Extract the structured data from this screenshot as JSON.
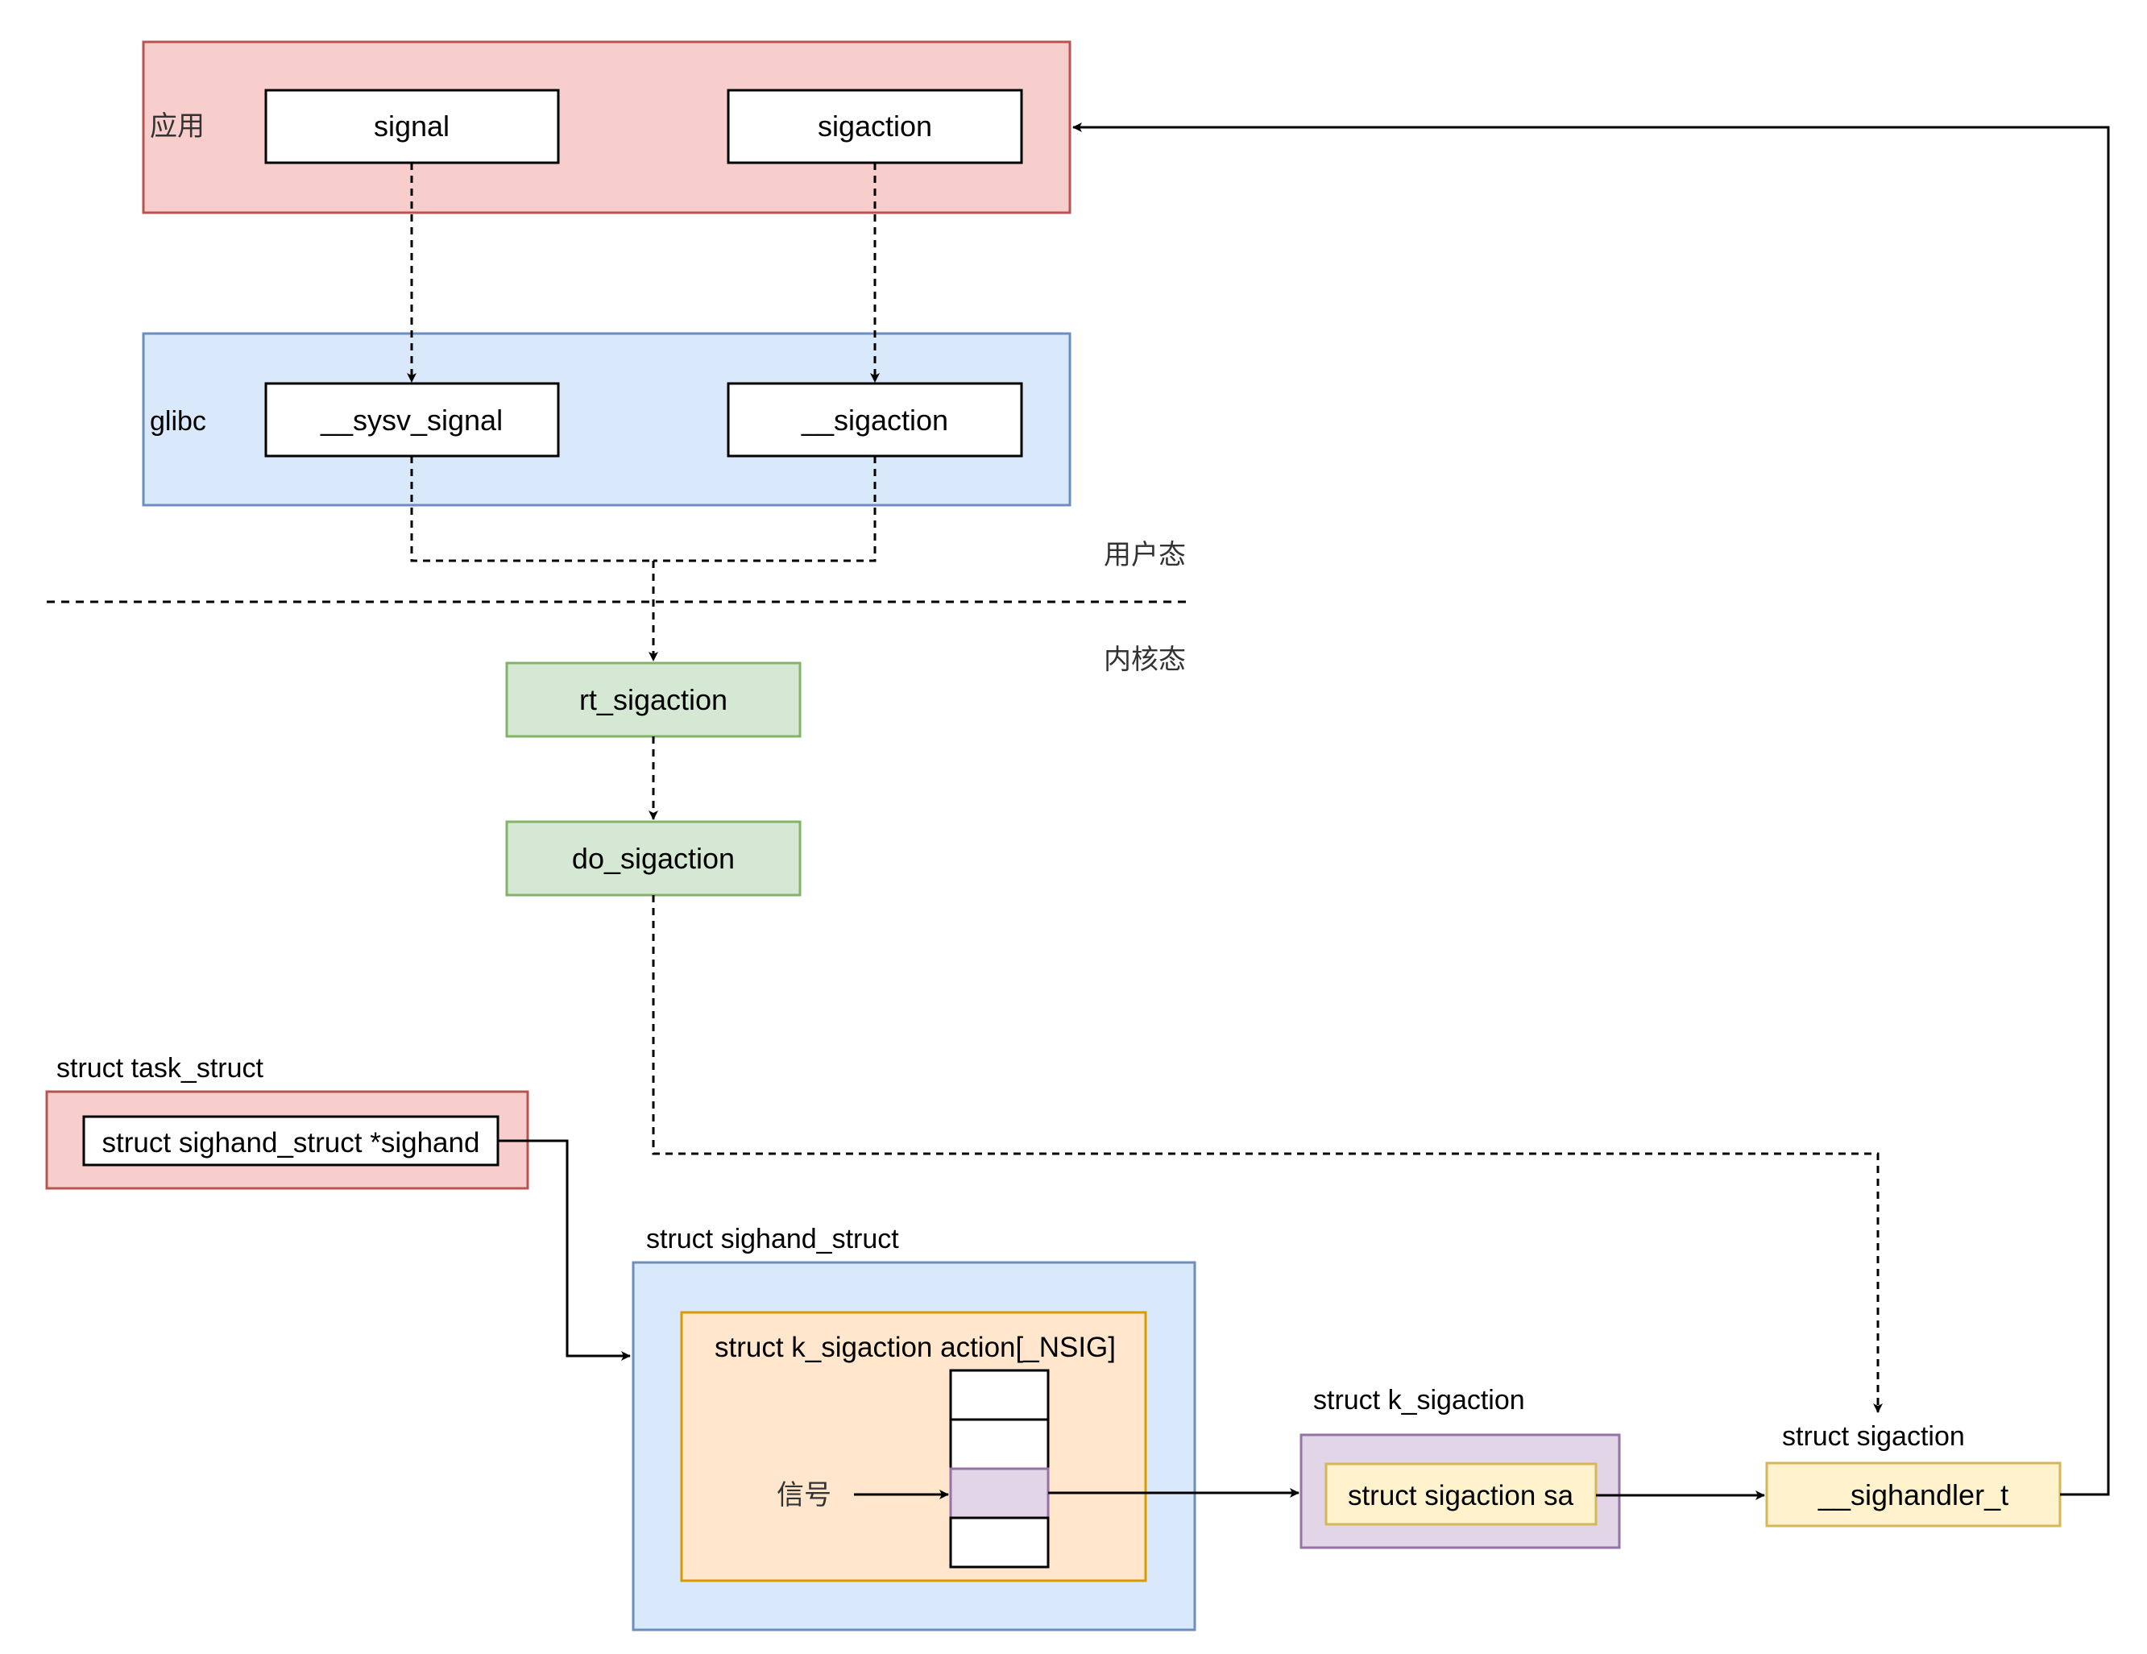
{
  "layers": {
    "app": "应用",
    "glibc": "glibc",
    "user_mode": "用户态",
    "kernel_mode": "内核态"
  },
  "functions": {
    "signal": "signal",
    "sigaction": "sigaction",
    "sysv_signal": "__sysv_signal",
    "glibc_sigaction": "__sigaction",
    "rt_sigaction": "rt_sigaction",
    "do_sigaction": "do_sigaction"
  },
  "structs": {
    "task_struct_title": "struct task_struct",
    "sighand_field": "struct sighand_struct *sighand",
    "sighand_struct_title": "struct sighand_struct",
    "action_array": "struct k_sigaction action[_NSIG]",
    "signal_label": "信号",
    "k_sigaction_title": "struct k_sigaction",
    "sigaction_sa": "struct sigaction sa",
    "sigaction_title": "struct sigaction",
    "sighandler": "__sighandler_t"
  },
  "colors": {
    "red_fill": "#f8cecc",
    "red_stroke": "#b85450",
    "blue_fill": "#dae8fc",
    "blue_stroke": "#6c8ebf",
    "green_fill": "#d5e8d4",
    "green_stroke": "#82b366",
    "orange_fill": "#ffe6cc",
    "orange_stroke": "#d79b00",
    "yellow_fill": "#fff2cc",
    "yellow_stroke": "#d6b656",
    "purple_fill": "#e1d5e7",
    "purple_stroke": "#9673a6"
  }
}
